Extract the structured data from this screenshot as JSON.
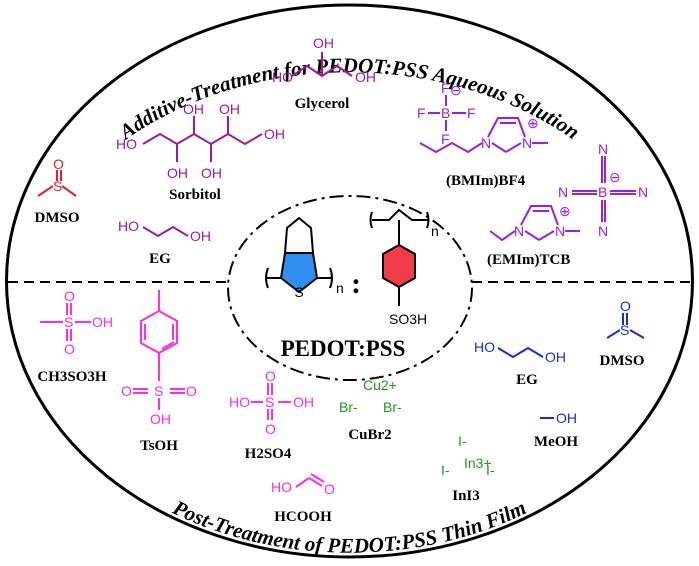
{
  "titles": {
    "top": "Additive-Treatment for PEDOT:PSS Aqueous Solution",
    "bottom": "Post-Treatment of PEDOT:PSS Thin Film",
    "center": "PEDOT:PSS"
  },
  "colors": {
    "purple": "#a0189a",
    "violet": "#9b1fe0",
    "red": "#e0202a",
    "magenta": "#ff2de0",
    "green": "#1a9a1a",
    "blue": "#1b2ad8",
    "thiophene_fill": "#2e8ff0",
    "benzene_fill": "#ef3b4a"
  },
  "center": {
    "separator": ":",
    "pedot_S": "S",
    "pedot_n": "n",
    "pss_n": "n",
    "pss_so3h": "SO3H"
  },
  "top_half": {
    "glycerol": {
      "label": "Glycerol",
      "oh1": "HO",
      "oh2": "OH",
      "oh3": "OH"
    },
    "sorbitol": {
      "label": "Sorbitol",
      "ho": "HO",
      "oh_top1": "OH",
      "oh_top2": "OH",
      "oh_end": "OH",
      "oh_bot1": "OH",
      "oh_bot2": "OH"
    },
    "dmso": {
      "label": "DMSO",
      "O": "O",
      "S": "S"
    },
    "eg": {
      "label": "EG",
      "ho": "HO",
      "oh": "OH"
    },
    "bmim": {
      "label": "(BMIm)BF4",
      "F1": "F",
      "F2": "F",
      "F3": "F",
      "F4": "F",
      "B": "B",
      "charge_b": "⊖",
      "N1": "N",
      "N2": "N",
      "charge_n": "⊕"
    },
    "emim": {
      "label": "(EMIm)TCB",
      "N1": "N",
      "N2": "N",
      "charge_n": "⊕",
      "B": "B",
      "charge_b": "⊖",
      "CN1": "N",
      "CN2": "N",
      "CN3": "N",
      "CN4": "N"
    }
  },
  "bottom_half": {
    "ch3so3h": {
      "label": "CH3SO3H",
      "S": "S",
      "O1": "O",
      "O2": "O",
      "OH": "OH"
    },
    "tsoh": {
      "label": "TsOH",
      "S": "S",
      "O1": "O",
      "O2": "O",
      "OH": "OH"
    },
    "h2so4": {
      "label": "H2SO4",
      "HO": "HO",
      "S": "S",
      "O1": "O",
      "O2": "O",
      "OH": "OH"
    },
    "hcooh": {
      "label": "HCOOH",
      "HO": "HO",
      "O": "O"
    },
    "cubr2": {
      "label": "CuBr2",
      "cu": "Cu2+",
      "br1": "Br-",
      "br2": "Br-"
    },
    "ini3": {
      "label": "InI3",
      "i_top": "I-",
      "in": "In3+",
      "i_left": "I-",
      "i_right": "I-"
    },
    "eg": {
      "label": "EG",
      "ho": "HO",
      "oh": "OH"
    },
    "dmso": {
      "label": "DMSO",
      "O": "O",
      "S": "S"
    },
    "meoh": {
      "label": "MeOH",
      "oh": "OH"
    }
  }
}
